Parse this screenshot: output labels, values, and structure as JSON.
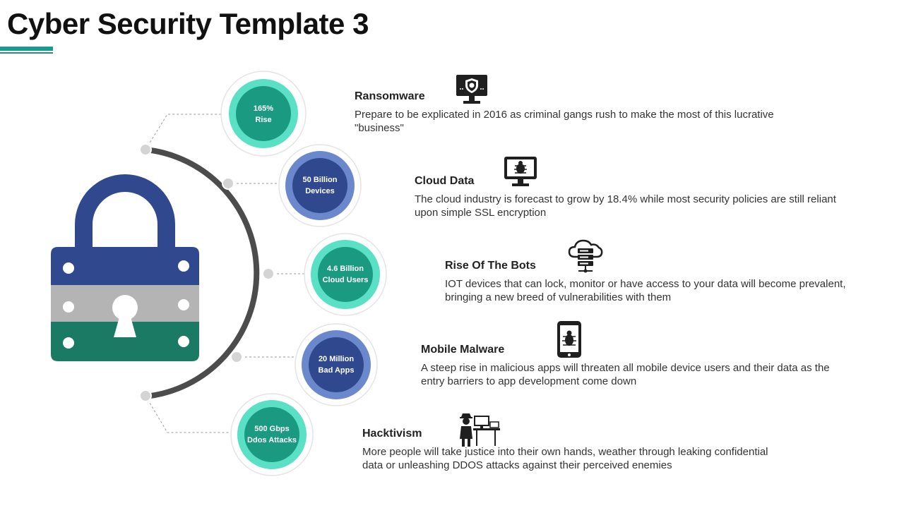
{
  "title": "Cyber Security Template 3",
  "colors": {
    "teal": "#1b9a82",
    "teal_light": "#59e0c5",
    "navy": "#30498e",
    "blue_light": "#6c88cc",
    "lock_gray": "#b4b4b4",
    "arc": "#4c4c4c"
  },
  "badges": [
    {
      "line1": "165%",
      "line2": "Rise",
      "style": "teal"
    },
    {
      "line1": "50 Billion",
      "line2": "Devices",
      "style": "navy"
    },
    {
      "line1": "4.6 Billion",
      "line2": "Cloud Users",
      "style": "teal"
    },
    {
      "line1": "20 Million",
      "line2": "Bad Apps",
      "style": "navy"
    },
    {
      "line1": "500 Gbps",
      "line2": "Ddos Attacks",
      "style": "teal"
    }
  ],
  "items": [
    {
      "heading": "Ransomware",
      "description": "Prepare to be explicated in 2016 as criminal gangs rush to make the most of this lucrative \"business\"",
      "icon": "monitor-shield-icon"
    },
    {
      "heading": "Cloud Data",
      "description": "The cloud industry is forecast to grow by 18.4% while most security policies are still reliant upon simple SSL encryption",
      "icon": "monitor-bug-icon"
    },
    {
      "heading": "Rise Of The Bots",
      "description": "IOT devices that can lock, monitor or have access to your data will become prevalent, bringing a new breed of vulnerabilities with them",
      "icon": "cloud-server-icon"
    },
    {
      "heading": "Mobile Malware",
      "description": "A steep rise in malicious apps will threaten all mobile device users and their data as the entry barriers to app development come down",
      "icon": "phone-bug-icon"
    },
    {
      "heading": "Hacktivism",
      "description": "More people will take justice into their own hands, weather through leaking confidential data or unleashing DDOS attacks against their perceived enemies",
      "icon": "hacker-desk-icon"
    }
  ]
}
